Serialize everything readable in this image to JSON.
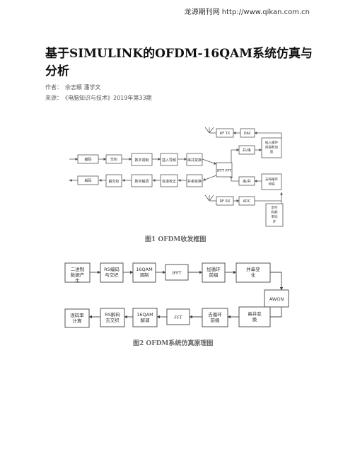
{
  "header": {
    "site": "龙源期刊网",
    "url": "http://www.qikan.com.cn"
  },
  "article": {
    "title": "基于SIMULINK的OFDM-16QAM系统仿真与分析",
    "author_label": "作者：",
    "authors": "佘志颖 潘学文",
    "source_label": "来源：",
    "source": "《电脑知识与技术》2019年第33期"
  },
  "figure1": {
    "caption": "图1 OFDM收发框图",
    "blocks": {
      "rftx": "RF TX",
      "dac": "DAC",
      "ps": "并/串",
      "insert_cp": "插入循环前缀和加窗",
      "enc": "编码",
      "interleave": "交织",
      "mod": "数字调制",
      "pilot": "插入导频",
      "sp1": "串并变换",
      "ifft_fft": "IFFT FFT",
      "dec": "解码",
      "deinterleave": "解交织",
      "demod": "数字解调",
      "chan": "信道校正",
      "ps2": "并串变换",
      "sp2": "串/并",
      "remove_cp": "去除循环前缀",
      "rfrx": "RF RX",
      "adc": "ADC",
      "sync": "定时和频率同步"
    }
  },
  "figure2": {
    "caption": "图2 OFDM系统仿真原理图",
    "blocks": {
      "source": "二进制数据产生",
      "rs_enc": "RS编码与交织",
      "qam_mod": "16QAM调制",
      "ifft": "IFFT",
      "add_cp": "加循环前缀",
      "ps": "并串变化",
      "awgn": "AWGN",
      "sp": "串并变换",
      "rm_cp": "去循环前缀",
      "fft": "FFT",
      "qam_demod": "16QAM解调",
      "rs_dec": "RS解码去交织",
      "ber": "误码率计算"
    }
  }
}
